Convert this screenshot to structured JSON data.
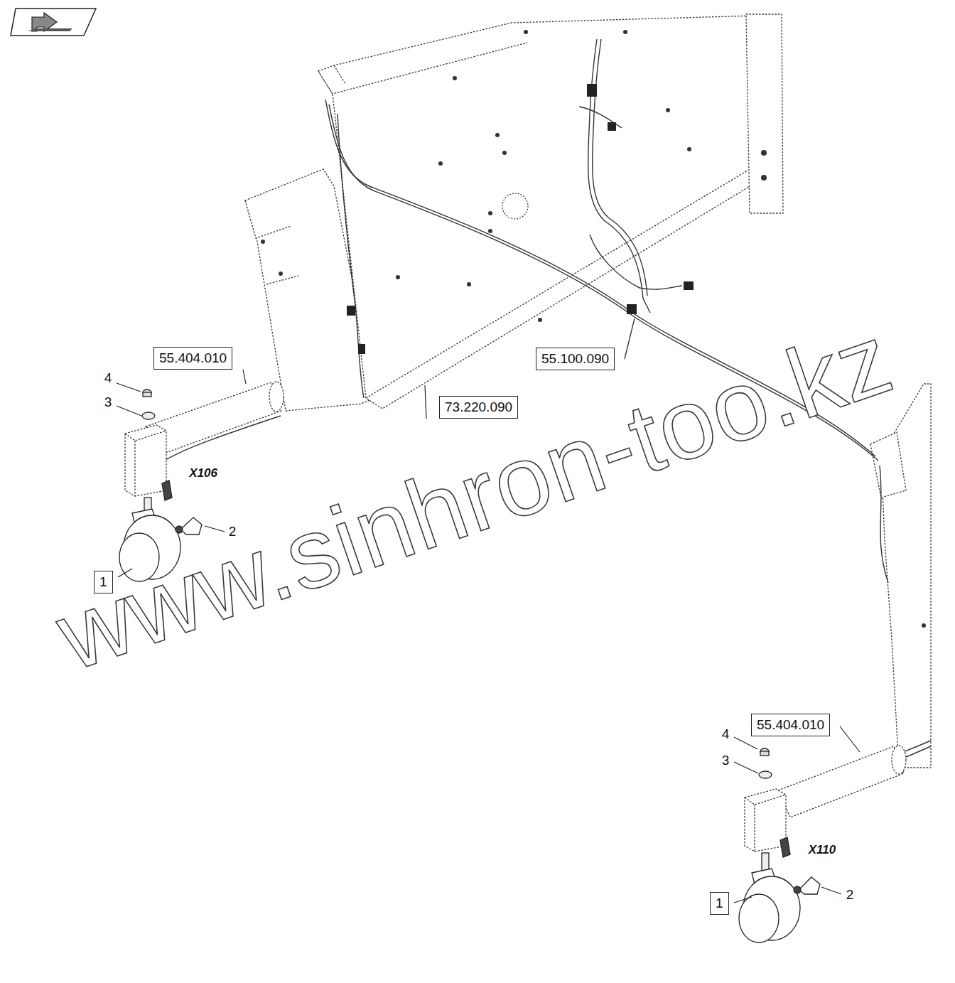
{
  "diagram": {
    "nodes": [
      {
        "text": [
          "55.404.010"
        ]
      },
      {
        "text": [
          "55.100.090"
        ]
      },
      {
        "text": [
          "73.220.090"
        ]
      },
      {
        "text": [
          "1"
        ]
      },
      {
        "text": [
          "55.404.010"
        ]
      },
      {
        "text": [
          "1"
        ]
      }
    ],
    "labels": [
      "4",
      "3",
      "X106",
      "2",
      "4",
      "3",
      "X110",
      "2",
      "www.sinhron-too.kz"
    ]
  }
}
